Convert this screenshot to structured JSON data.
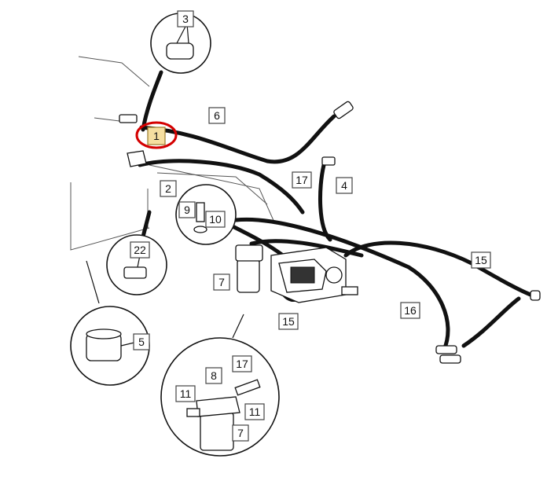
{
  "callouts": [
    {
      "id": "c1",
      "text": "1",
      "highlighted": true
    },
    {
      "id": "c2",
      "text": "2"
    },
    {
      "id": "c3",
      "text": "3"
    },
    {
      "id": "c4",
      "text": "4"
    },
    {
      "id": "c5",
      "text": "5"
    },
    {
      "id": "c6",
      "text": "6"
    },
    {
      "id": "c7a",
      "text": "7"
    },
    {
      "id": "c7b",
      "text": "7"
    },
    {
      "id": "c8",
      "text": "8"
    },
    {
      "id": "c9",
      "text": "9"
    },
    {
      "id": "c10",
      "text": "10"
    },
    {
      "id": "c11a",
      "text": "11"
    },
    {
      "id": "c11b",
      "text": "11"
    },
    {
      "id": "c15a",
      "text": "15"
    },
    {
      "id": "c15b",
      "text": "15"
    },
    {
      "id": "c16",
      "text": "16"
    },
    {
      "id": "c17a",
      "text": "17"
    },
    {
      "id": "c17b",
      "text": "17"
    },
    {
      "id": "c22",
      "text": "22"
    }
  ],
  "highlight": {
    "color": "#d40000",
    "target": "1"
  }
}
